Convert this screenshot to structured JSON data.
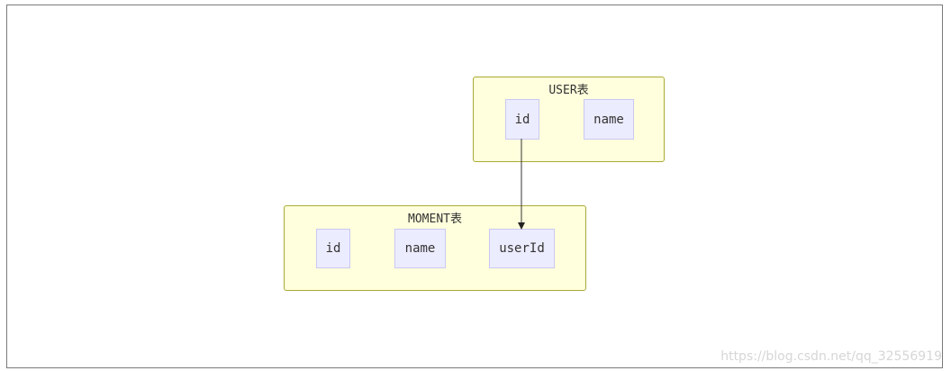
{
  "diagram": {
    "groups": [
      {
        "id": "user",
        "title": "USER表",
        "fields": [
          "id",
          "name"
        ]
      },
      {
        "id": "moment",
        "title": "MOMENT表",
        "fields": [
          "id",
          "name",
          "userId"
        ]
      }
    ],
    "edges": [
      {
        "from": "USER表.id",
        "to": "MOMENT表.userId"
      }
    ]
  },
  "watermark": "https://blog.csdn.net/qq_32556919",
  "colors": {
    "group_fill": "#ffffdd",
    "group_border": "#aaaa33",
    "node_fill": "#ececff",
    "node_border": "#c9c9f2",
    "edge": "#333333"
  }
}
